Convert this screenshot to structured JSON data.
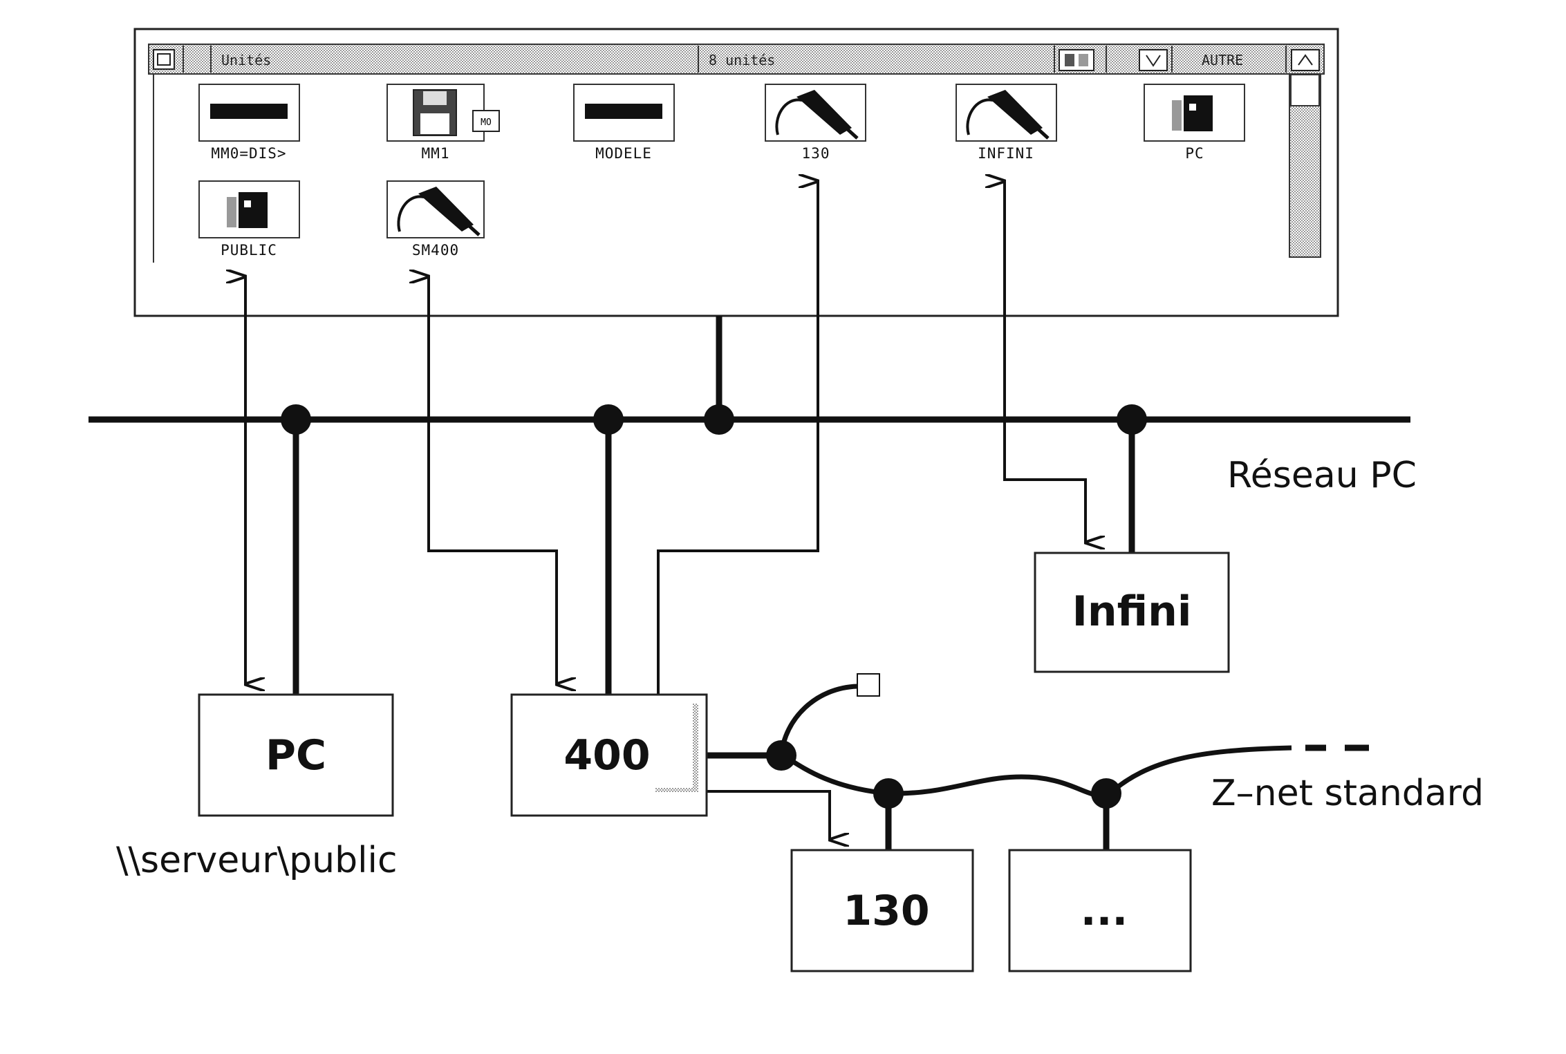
{
  "window": {
    "title": "Unités",
    "count": "8 unités",
    "other_button": "AUTRE"
  },
  "icons": [
    {
      "label": "MM0=DIS>",
      "type": "drive"
    },
    {
      "label": "MM1",
      "type": "floppy"
    },
    {
      "label": "MODELE",
      "type": "drive"
    },
    {
      "label": "130",
      "type": "cable"
    },
    {
      "label": "INFINI",
      "type": "cable"
    },
    {
      "label": "PC",
      "type": "network"
    },
    {
      "label": "PUBLIC",
      "type": "network"
    },
    {
      "label": "SM400",
      "type": "cable"
    }
  ],
  "floppy_badge": "MO",
  "network": {
    "pc_network_label": "Réseau PC",
    "znet_label": "Z–net standard",
    "share_path": "\\\\serveur\\public"
  },
  "devices": {
    "pc": "PC",
    "d400": "400",
    "infini": "Infini",
    "d130": "130",
    "more": "..."
  }
}
